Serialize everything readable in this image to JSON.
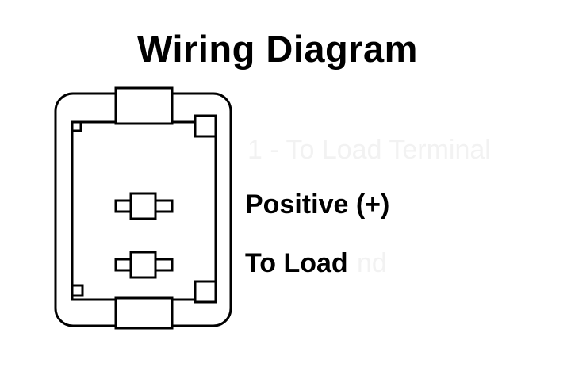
{
  "title": "Wiring Diagram",
  "labels": {
    "terminal_top": "Positive (+)",
    "terminal_bottom": "To Load"
  },
  "ghost_text": {
    "line1": "1 - To Load Terminal",
    "line2_suffix": "nd"
  },
  "colors": {
    "ink": "#000000",
    "background": "#ffffff",
    "ghost": "#f2f2f2"
  }
}
